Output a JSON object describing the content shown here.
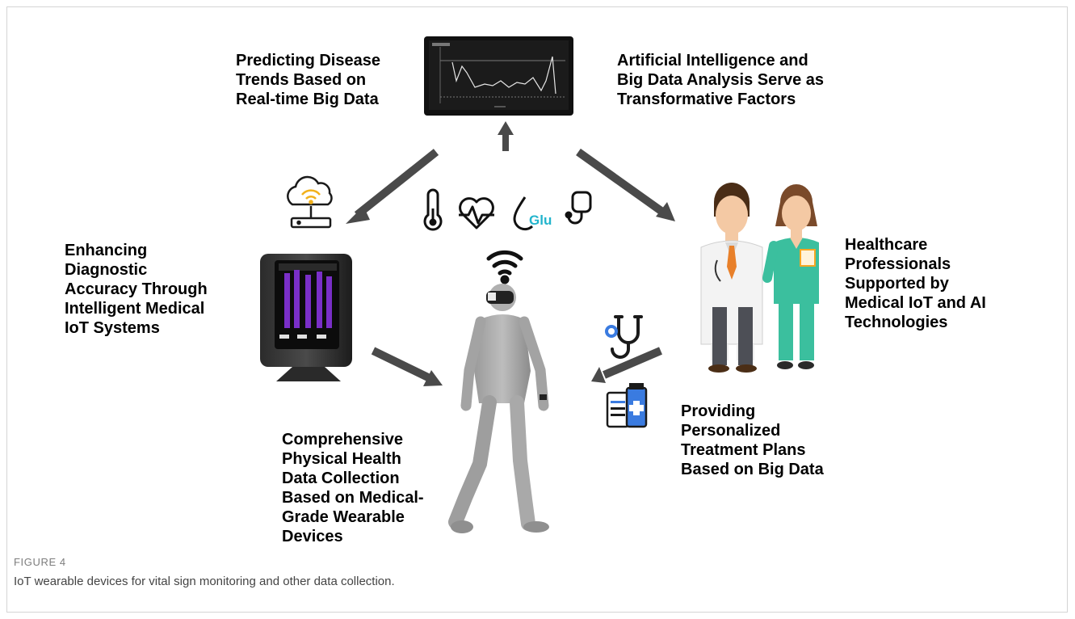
{
  "labels": {
    "top_left": "Predicting Disease\nTrends Based on\nReal-time Big Data",
    "top_right": "Artificial Intelligence and\nBig Data Analysis Serve as\nTransformative Factors",
    "left": "Enhancing\nDiagnostic\nAccuracy Through\nIntelligent Medical\nIoT Systems",
    "right": "Healthcare\nProfessionals\nSupported by\nMedical IoT and AI\nTechnologies",
    "bottom_center": "Comprehensive\nPhysical Health\nData Collection\nBased on Medical-\nGrade Wearable\nDevices",
    "bottom_right": "Providing\nPersonalized\nTreatment Plans\nBased on Big Data"
  },
  "icons": {
    "glucose_text": "Glu"
  },
  "colors": {
    "arrow": "#4a4a4a",
    "glucose_accent": "#22b4cc",
    "monitor_bars": "#7a2fc8",
    "doctor_tie": "#e8802a",
    "nurse_scrubs": "#3bbf9e"
  },
  "figure": {
    "label": "FIGURE 4",
    "caption": "IoT wearable devices for vital sign monitoring and other data collection."
  }
}
